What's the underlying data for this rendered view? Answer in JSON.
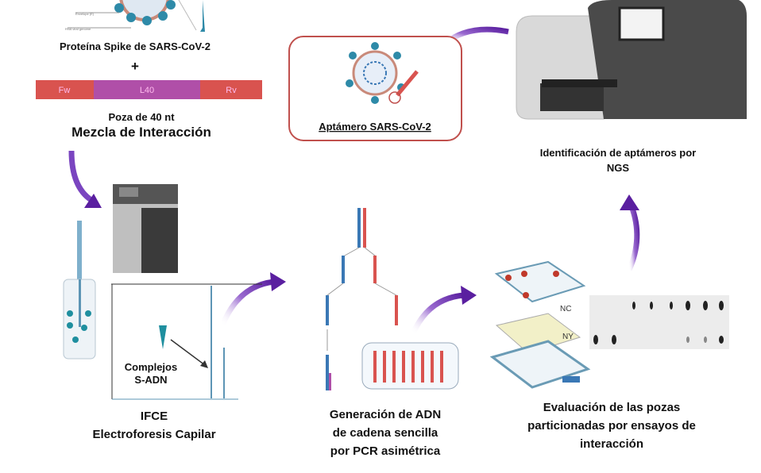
{
  "spike": {
    "title": "Proteína Spike de SARS-CoV-2",
    "plus": "+",
    "virus_labels": [
      "Envelope (E)",
      "RNA viral genome"
    ]
  },
  "pool_bar": {
    "segments": [
      {
        "label": "Fw",
        "color": "#d9534f"
      },
      {
        "label": "L40",
        "color": "#b04fa8"
      },
      {
        "label": "Rv",
        "color": "#d9534f"
      }
    ]
  },
  "pool": {
    "line1": "Poza de 40 nt",
    "line2": "Mezcla de Interacción"
  },
  "aptamer": {
    "label": "Aptámero SARS-CoV-2",
    "border_color": "#c0504d"
  },
  "ngs": {
    "line1": "Identificación de aptámeros por",
    "line2": "NGS"
  },
  "electro": {
    "complex_line1": "Complejos",
    "complex_line2": "S-ADN",
    "title1": "IFCE",
    "title2": "Electroforesis Capilar"
  },
  "pcr": {
    "line1": "Generación de ADN",
    "line2": "de cadena sencilla",
    "line3": "por PCR asimétrica"
  },
  "blot": {
    "nc": "NC",
    "ny": "NY",
    "line1": "Evaluación de las pozas",
    "line2": "particionadas por ensayos de",
    "line3": "interacción"
  },
  "colors": {
    "arrow": "#6a2fb0",
    "virus": "#2e7fa0",
    "strand_blue": "#3a78b5",
    "strand_red": "#d9534f"
  }
}
